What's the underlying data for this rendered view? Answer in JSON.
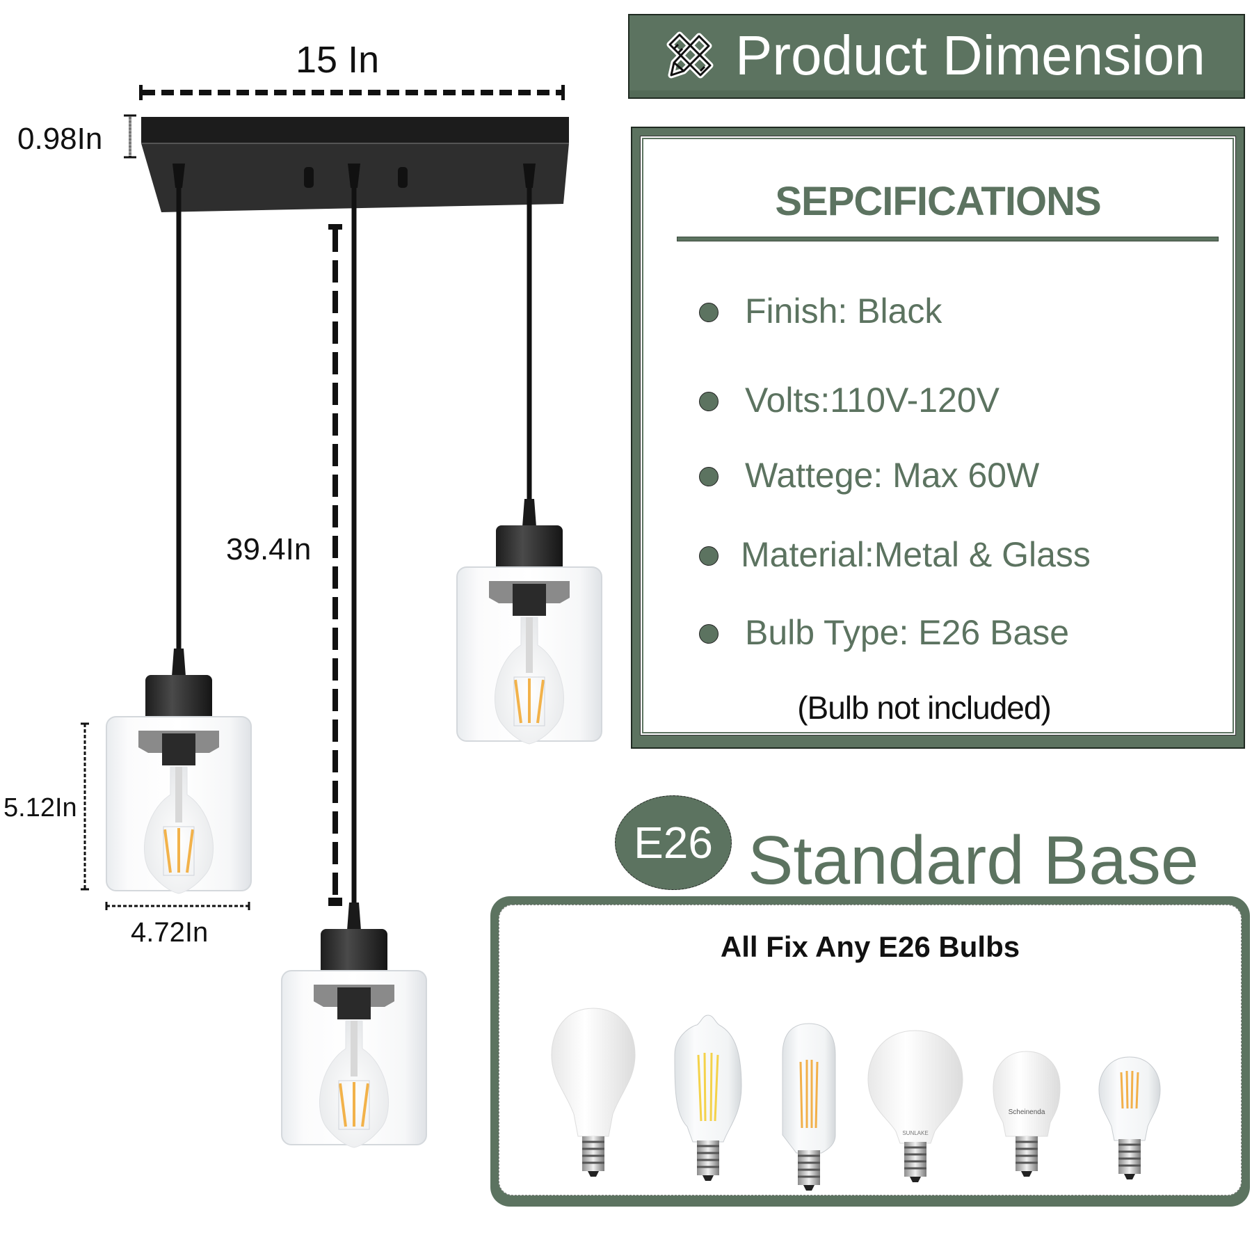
{
  "header": {
    "title": "Product Dimension",
    "icon": "pencil-ruler-icon",
    "background_color": "#5c7360",
    "text_color": "#ffffff"
  },
  "dimensions": {
    "width": "15 In",
    "canopy_height": "0.98In",
    "cord_length": "39.4In",
    "shade_height": "5.12In",
    "shade_width": "4.72In"
  },
  "specifications": {
    "title": "SEPCIFICATIONS",
    "items": [
      {
        "label": "Finish: Black"
      },
      {
        "label": "Volts:110V-120V"
      },
      {
        "label": "Wattege: Max 60W"
      },
      {
        "label": "Material:Metal & Glass"
      },
      {
        "label": "Bulb Type: E26 Base"
      }
    ],
    "note": "(Bulb not included)",
    "accent_color": "#5c7360"
  },
  "base_section": {
    "badge": "E26",
    "title": "Standard Base",
    "box_title": "All Fix Any E26 Bulbs",
    "bulbs": [
      {
        "type": "A19 LED frosted"
      },
      {
        "type": "ST64 Edison filament"
      },
      {
        "type": "T14 tubular filament"
      },
      {
        "type": "G25 globe LED",
        "brand": "SUNLAKE"
      },
      {
        "type": "A15 LED",
        "brand": "Scheinenda"
      },
      {
        "type": "A19 filament"
      }
    ]
  }
}
